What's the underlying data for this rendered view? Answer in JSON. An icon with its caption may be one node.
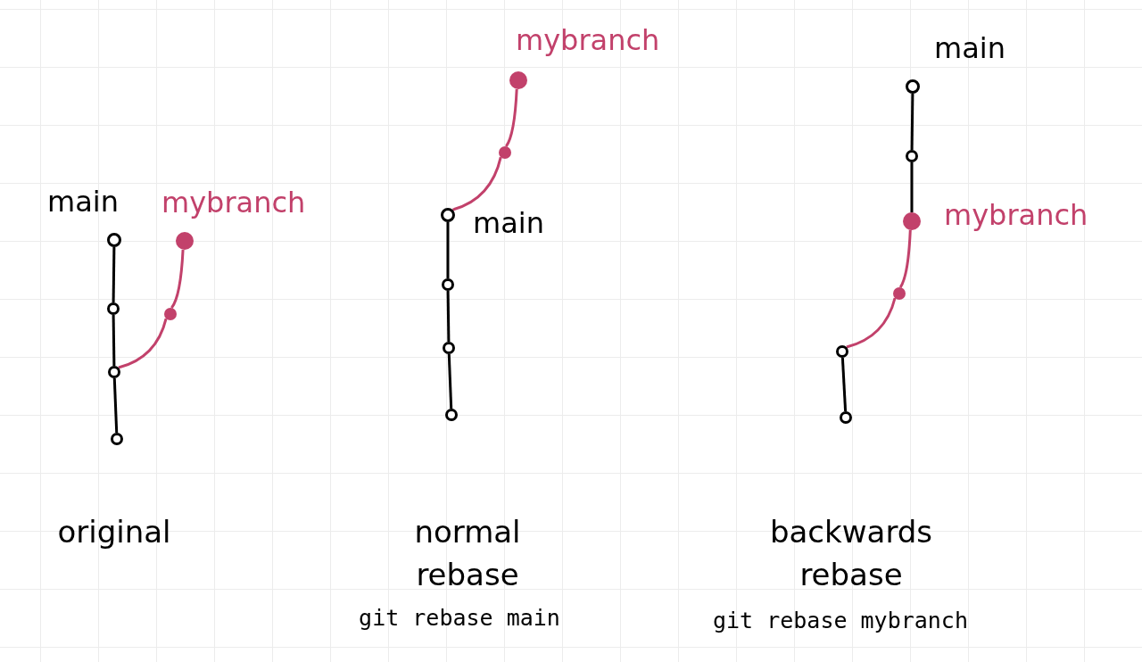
{
  "diagram": {
    "nodes": [
      {
        "text": [],
        "shape": "circle",
        "beside": [
          "main"
        ]
      },
      {
        "text": [],
        "shape": "circle"
      },
      {
        "text": [],
        "shape": "circle"
      },
      {
        "text": [],
        "shape": "circle"
      },
      {
        "text": [],
        "shape": "dot",
        "beside": [
          "mybranch"
        ]
      },
      {
        "text": [],
        "shape": "dot"
      },
      {
        "text": [],
        "shape": "dot",
        "beside": [
          "mybranch"
        ]
      },
      {
        "text": [],
        "shape": "dot"
      },
      {
        "text": [],
        "shape": "circle",
        "beside": [
          "main"
        ]
      },
      {
        "text": [],
        "shape": "circle"
      },
      {
        "text": [],
        "shape": "circle"
      },
      {
        "text": [],
        "shape": "circle"
      },
      {
        "text": [],
        "shape": "circle",
        "beside": [
          "main"
        ]
      },
      {
        "text": [],
        "shape": "circle"
      },
      {
        "text": [],
        "shape": "dot",
        "beside": [
          "mybranch"
        ]
      },
      {
        "text": [],
        "shape": "dot"
      },
      {
        "text": [],
        "shape": "circle"
      },
      {
        "text": [],
        "shape": "circle"
      }
    ],
    "edges": [
      {
        "from": 0,
        "to": 1,
        "arrow": "none"
      },
      {
        "from": 1,
        "to": 2,
        "arrow": "none"
      },
      {
        "from": 2,
        "to": 3,
        "arrow": "none"
      },
      {
        "from": 2,
        "to": 5,
        "arrow": "none",
        "color": "#c2416b"
      },
      {
        "from": 5,
        "to": 4,
        "arrow": "none",
        "color": "#c2416b"
      },
      {
        "from": 6,
        "to": 7,
        "arrow": "none",
        "color": "#c2416b"
      },
      {
        "from": 7,
        "to": 8,
        "arrow": "none",
        "color": "#c2416b"
      },
      {
        "from": 8,
        "to": 9,
        "arrow": "none"
      },
      {
        "from": 9,
        "to": 10,
        "arrow": "none"
      },
      {
        "from": 10,
        "to": 11,
        "arrow": "none"
      },
      {
        "from": 12,
        "to": 13,
        "arrow": "none"
      },
      {
        "from": 13,
        "to": 14,
        "arrow": "none"
      },
      {
        "from": 14,
        "to": 15,
        "arrow": "none",
        "color": "#c2416b"
      },
      {
        "from": 15,
        "to": 16,
        "arrow": "none",
        "color": "#c2416b"
      },
      {
        "from": 16,
        "to": 17,
        "arrow": "none"
      }
    ],
    "labels": [
      "original",
      "normal rebase",
      "git rebase main",
      "backwards rebase",
      "git rebase mybranch"
    ]
  }
}
